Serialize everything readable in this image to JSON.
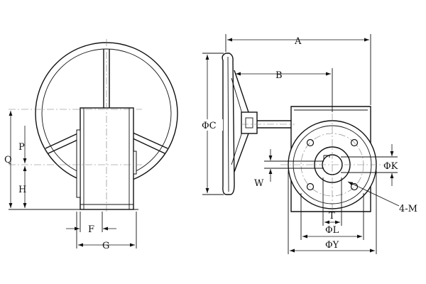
{
  "diagram": {
    "side_view_labels": {
      "Q": "Q",
      "P": "P",
      "H": "H",
      "F": "F",
      "G": "G"
    },
    "front_view_labels": {
      "A": "A",
      "B": "B",
      "C": "ΦC",
      "W": "W",
      "K": "ΦK",
      "T": "T",
      "L": "ΦL",
      "Y": "ΦY",
      "M": "4-M"
    },
    "colors": {
      "line": "#111111",
      "centerline": "#777777",
      "background": "#ffffff"
    }
  }
}
